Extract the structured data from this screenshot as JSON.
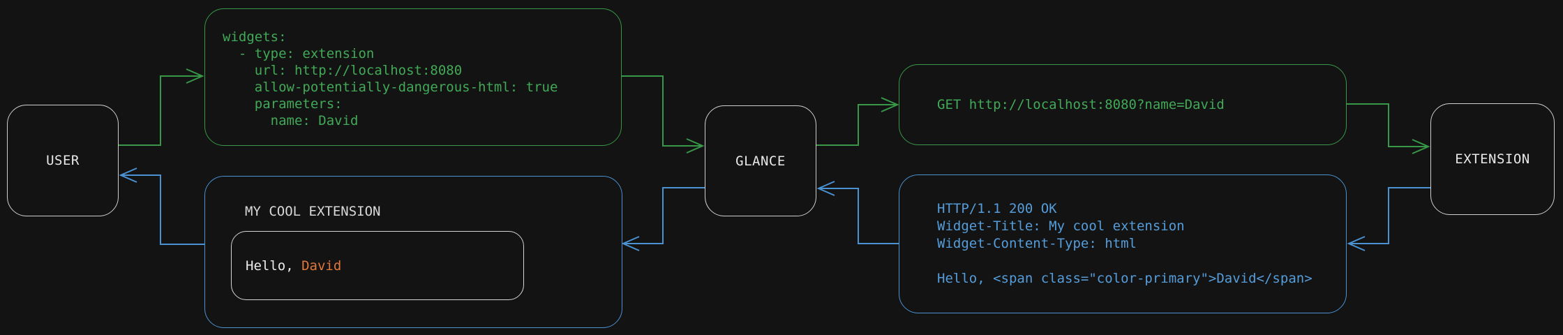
{
  "diagram": {
    "background": "#131313",
    "colors": {
      "green": "#379948",
      "blue": "#4a92d2",
      "orange": "#e2773a",
      "node_border": "#cfcfcf",
      "text_light": "#e8e8e8"
    },
    "nodes": {
      "user": {
        "label": "USER"
      },
      "glance": {
        "label": "GLANCE"
      },
      "extension": {
        "label": "EXTENSION"
      }
    },
    "config_box": {
      "lines": [
        "widgets:",
        "  - type: extension",
        "    url: http://localhost:8080",
        "    allow-potentially-dangerous-html: true",
        "    parameters:",
        "      name: David"
      ]
    },
    "request_box": {
      "text": "GET http://localhost:8080?name=David"
    },
    "response_box": {
      "lines": [
        "HTTP/1.1 200 OK",
        "Widget-Title: My cool extension",
        "Widget-Content-Type: html",
        "",
        "Hello, <span class=\"color-primary\">David</span>"
      ]
    },
    "widget_preview": {
      "title": "MY COOL EXTENSION",
      "greeting_prefix": "Hello, ",
      "greeting_name": "David"
    },
    "edges": [
      {
        "from": "user",
        "to": "config_box",
        "color": "green"
      },
      {
        "from": "config_box",
        "to": "glance",
        "color": "green"
      },
      {
        "from": "glance",
        "to": "request_box",
        "color": "green"
      },
      {
        "from": "request_box",
        "to": "extension",
        "color": "green"
      },
      {
        "from": "extension",
        "to": "response_box",
        "color": "blue"
      },
      {
        "from": "response_box",
        "to": "glance",
        "color": "blue"
      },
      {
        "from": "glance",
        "to": "widget_preview",
        "color": "blue"
      },
      {
        "from": "widget_preview",
        "to": "user",
        "color": "blue"
      }
    ]
  }
}
